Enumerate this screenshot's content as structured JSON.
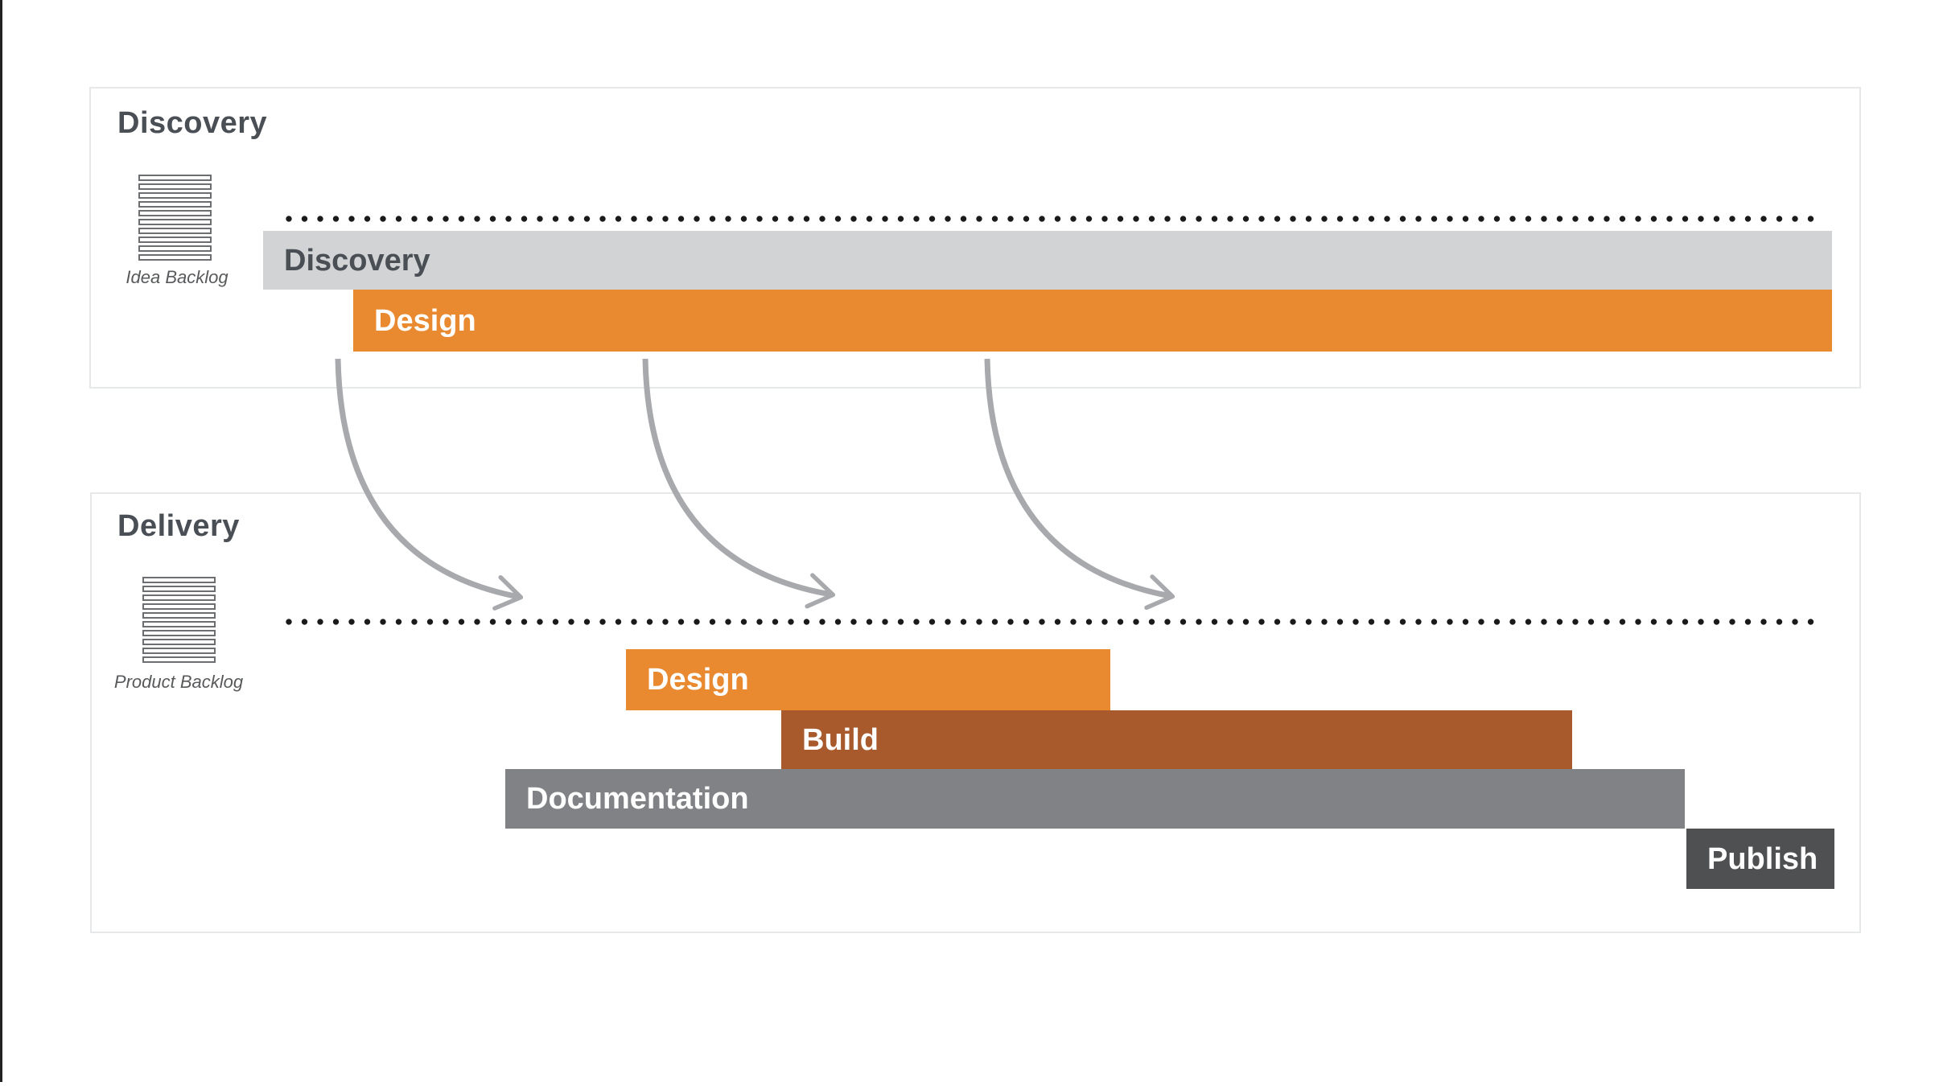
{
  "colors": {
    "orange": "#e98a31",
    "brown": "#a85a2d",
    "light_gray_bar": "#d1d3d4",
    "mid_gray_bar": "#808285",
    "dark_gray_bar": "#4f5051",
    "title_text": "#4a4f55",
    "caption_text": "#58595b",
    "arrow": "#a7a9ac",
    "dot": "#1a1a1a",
    "icon_border": "#6d6e71",
    "panel_border": "#e7e8e9",
    "left_rule": "#222222"
  },
  "icons": {
    "idea_backlog": "stacked-list-icon",
    "product_backlog": "stacked-list-icon"
  },
  "discovery_panel": {
    "title": "Discovery",
    "backlog_caption": "Idea Backlog",
    "bars": {
      "discovery_label": "Discovery",
      "design_label": "Design"
    }
  },
  "delivery_panel": {
    "title": "Delivery",
    "backlog_caption": "Product Backlog",
    "bars": {
      "design_label": "Design",
      "build_label": "Build",
      "documentation_label": "Documentation",
      "publish_label": "Publish"
    }
  }
}
